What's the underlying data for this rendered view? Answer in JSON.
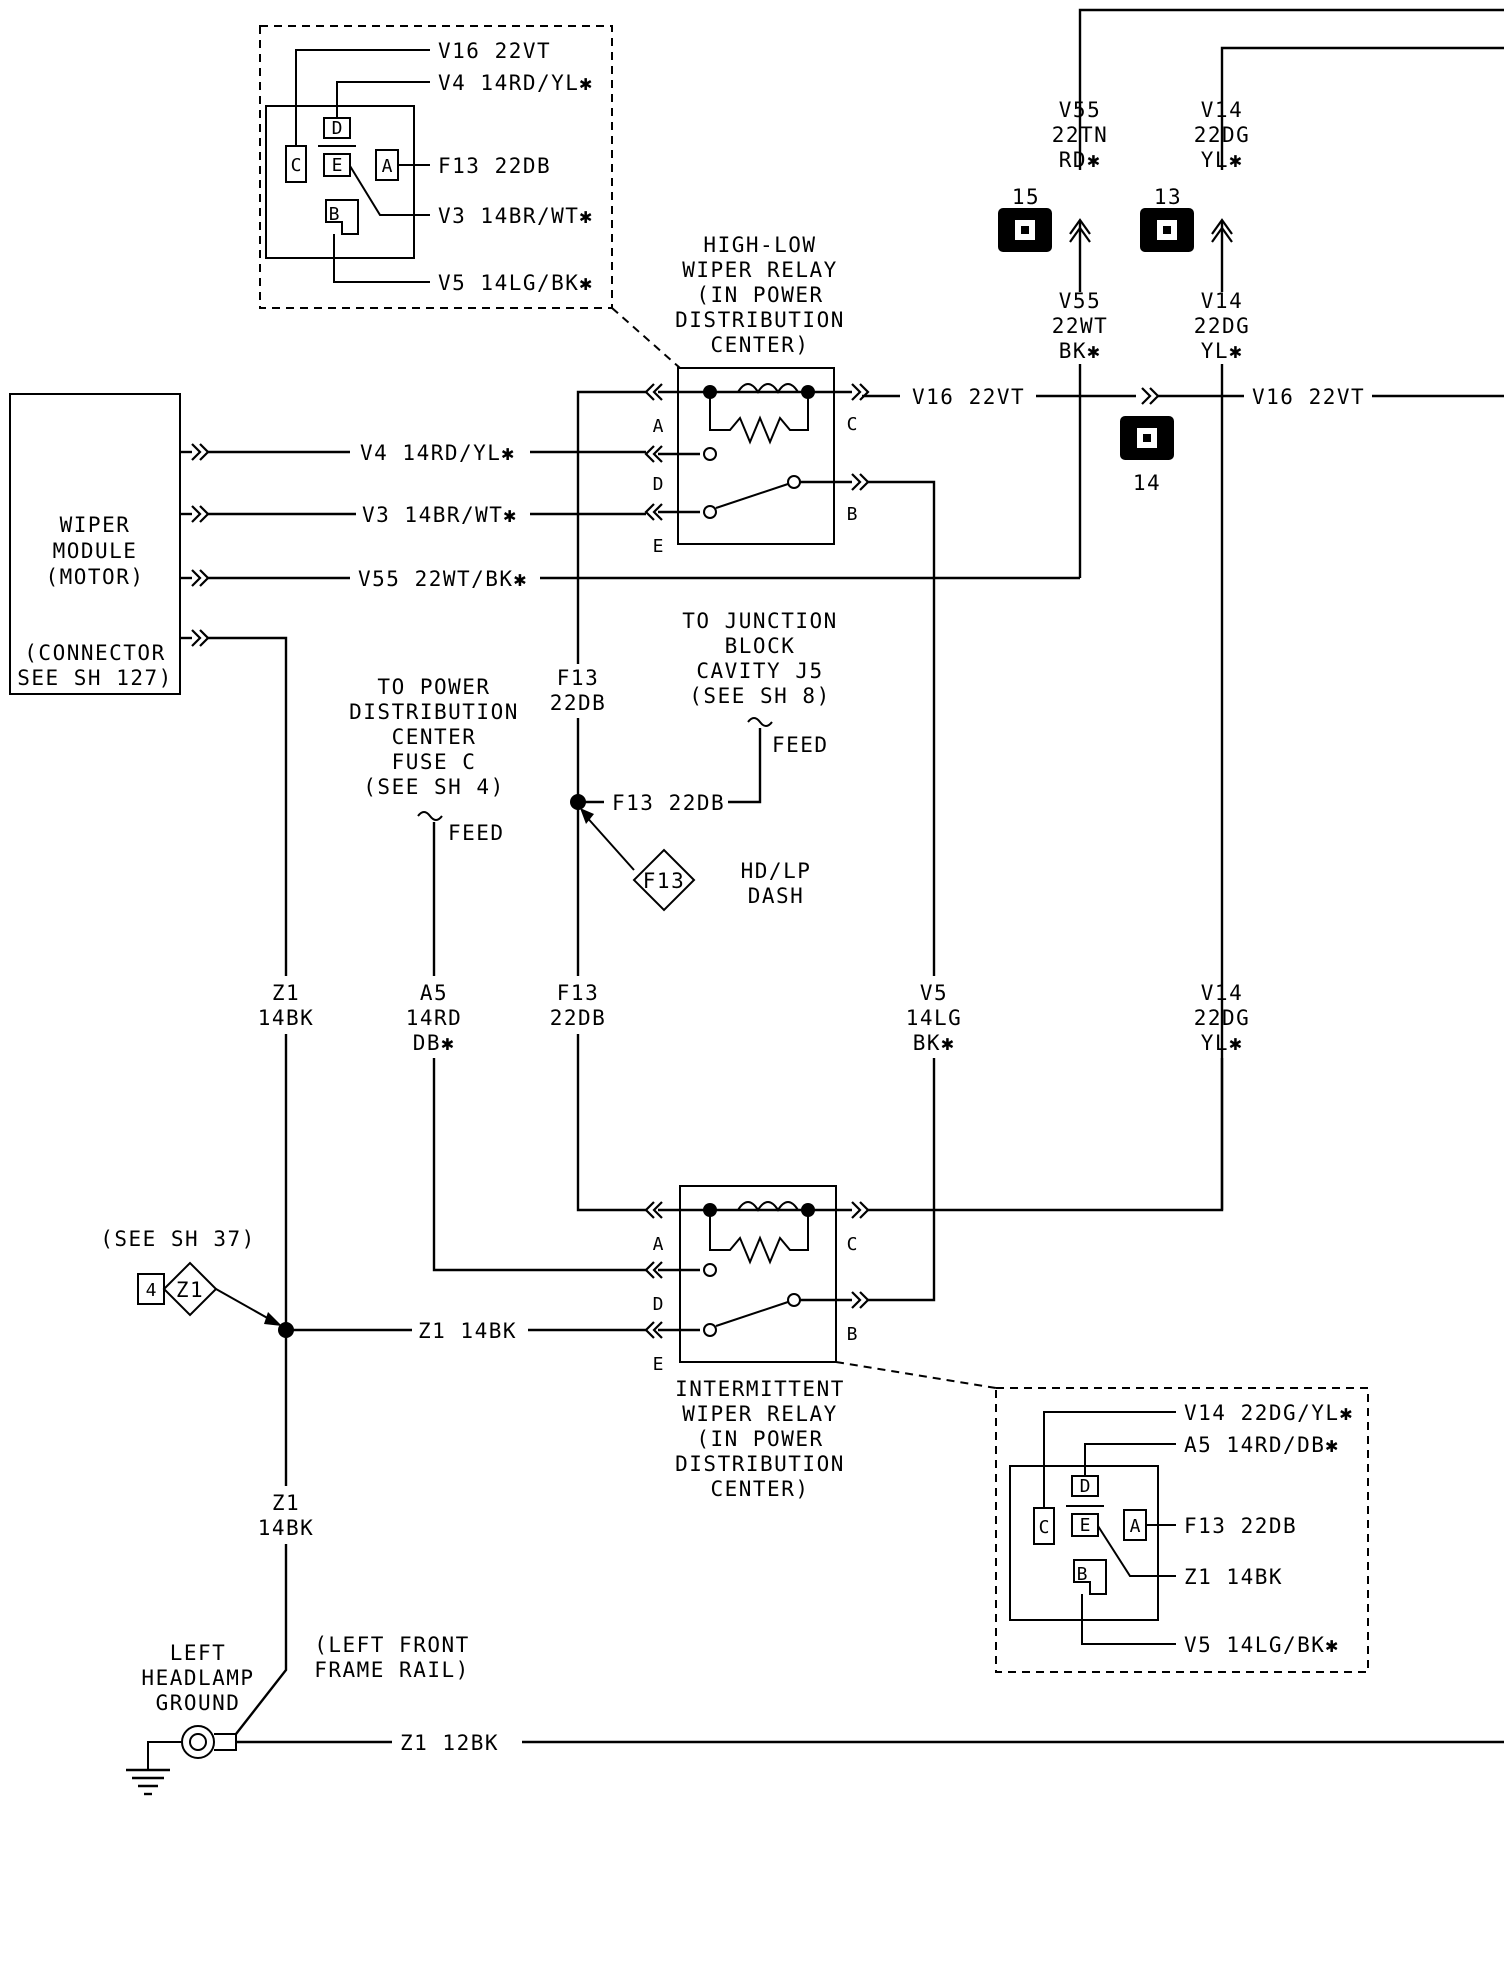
{
  "wire_labels": {
    "v16_top": "V16 22VT",
    "v4_top": "V4 14RD/YL✱",
    "f13_top": "F13 22DB",
    "v3_top": "V3 14BR/WT✱",
    "v5_top": "V5 14LG/BK✱",
    "v55_upper": [
      "V55",
      "22TN",
      "RD✱"
    ],
    "v14_upper": [
      "V14",
      "22DG",
      "YL✱"
    ],
    "v55_lower": [
      "V55",
      "22WT",
      "BK✱"
    ],
    "v14_lower": [
      "V14",
      "22DG",
      "YL✱"
    ],
    "v16_relay": "V16 22VT",
    "v16_right": "V16 22VT",
    "v4_motor": "V4 14RD/YL✱",
    "v3_motor": "V3 14BR/WT✱",
    "v55_motor": "V55 22WT/BK✱",
    "f13_vert_upper": [
      "F13",
      "22DB"
    ],
    "f13_splice": "F13 22DB",
    "f13_vert_lower": [
      "F13",
      "22DB"
    ],
    "z1_vert_upper": [
      "Z1",
      "14BK"
    ],
    "a5_vert": [
      "A5",
      "14RD",
      "DB✱"
    ],
    "v5_vert": [
      "V5",
      "14LG",
      "BK✱"
    ],
    "v14_vert": [
      "V14",
      "22DG",
      "YL✱"
    ],
    "z1_horiz": "Z1 14BK",
    "z1_vert_lower": [
      "Z1",
      "14BK"
    ],
    "z1_ground": "Z1 12BK",
    "v14_bottom": "V14 22DG/YL✱",
    "a5_bottom": "A5 14RD/DB✱",
    "f13_bottom": "F13 22DB",
    "z1_bottom": "Z1 14BK",
    "v5_bottom": "V5 14LG/BK✱"
  },
  "connector_numbers": {
    "c15": "15",
    "c13": "13",
    "c14": "14"
  },
  "components": {
    "high_low_relay": [
      "HIGH-LOW",
      "WIPER RELAY",
      "(IN POWER",
      "DISTRIBUTION",
      "CENTER)"
    ],
    "intermittent_relay": [
      "INTERMITTENT",
      "WIPER RELAY",
      "(IN POWER",
      "DISTRIBUTION",
      "CENTER)"
    ],
    "wiper_module": [
      "WIPER",
      "MODULE",
      "(MOTOR)"
    ],
    "wiper_connector": [
      "(CONNECTOR",
      "SEE SH 127)"
    ],
    "junction_block": [
      "TO JUNCTION",
      "BLOCK",
      "CAVITY J5",
      "(SEE SH 8)"
    ],
    "pdc_fuse": [
      "TO POWER",
      "DISTRIBUTION",
      "CENTER",
      "FUSE C",
      "(SEE SH 4)"
    ],
    "feed_1": "FEED",
    "feed_2": "FEED",
    "hd_lp_dash": [
      "HD/LP",
      "DASH"
    ],
    "f13_diamond": "F13",
    "see_sh_37": "(SEE SH 37)",
    "z1_box": "4",
    "z1_diamond": "Z1",
    "left_headlamp_ground": [
      "LEFT",
      "HEADLAMP",
      "GROUND"
    ],
    "left_front_frame_rail": [
      "(LEFT FRONT",
      "FRAME RAIL)"
    ]
  },
  "pins": {
    "top_relay": {
      "A": "A",
      "D": "D",
      "E": "E",
      "C": "C",
      "B": "B"
    },
    "bottom_relay": {
      "A": "A",
      "D": "D",
      "E": "E",
      "C": "C",
      "B": "B"
    },
    "detail": {
      "C": "C",
      "D": "D",
      "E": "E",
      "A": "A",
      "B": "B"
    }
  }
}
